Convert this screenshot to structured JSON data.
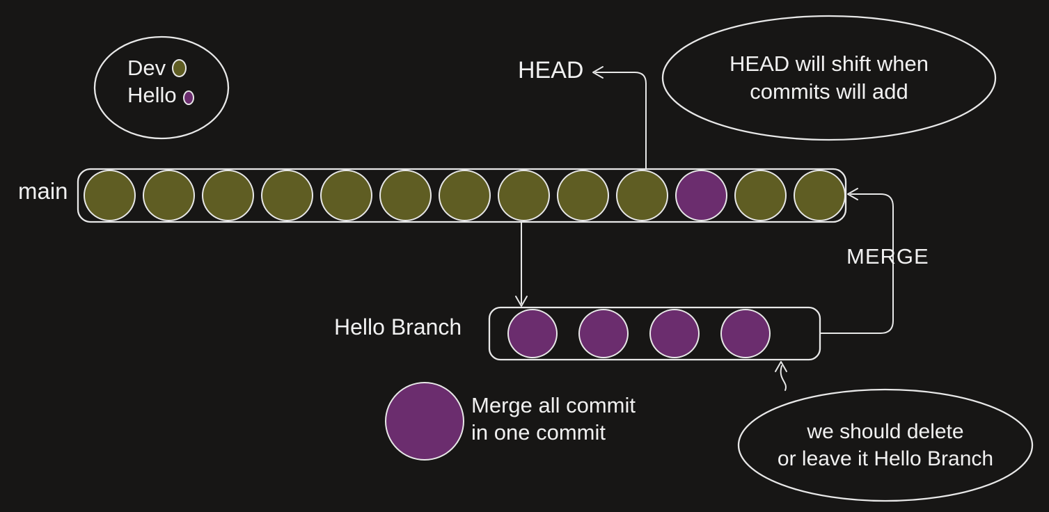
{
  "colors": {
    "background": "#171615",
    "stroke": "#e8e8e8",
    "text": "#f1f1f1",
    "dev": "#5f5d23",
    "hello": "#6b2d6e"
  },
  "legend": {
    "items": [
      {
        "label": "Dev",
        "color_key": "dev"
      },
      {
        "label": "Hello",
        "color_key": "hello"
      }
    ]
  },
  "head_pointer": {
    "label": "HEAD"
  },
  "callout_head_shift": {
    "line1": "HEAD will shift when",
    "line2": "commits will add"
  },
  "main_branch": {
    "label": "main",
    "commits": [
      "dev",
      "dev",
      "dev",
      "dev",
      "dev",
      "dev",
      "dev",
      "dev",
      "dev",
      "dev",
      "hello",
      "dev",
      "dev"
    ]
  },
  "hello_branch": {
    "label": "Hello Branch",
    "commits": [
      "hello",
      "hello",
      "hello",
      "hello"
    ]
  },
  "merge_arrow": {
    "label": "MERGE"
  },
  "merge_note": {
    "line1": "Merge all commit",
    "line2": "in one commit",
    "color_key": "hello"
  },
  "callout_delete": {
    "line1": "we should delete",
    "line2": "or leave it Hello Branch"
  }
}
